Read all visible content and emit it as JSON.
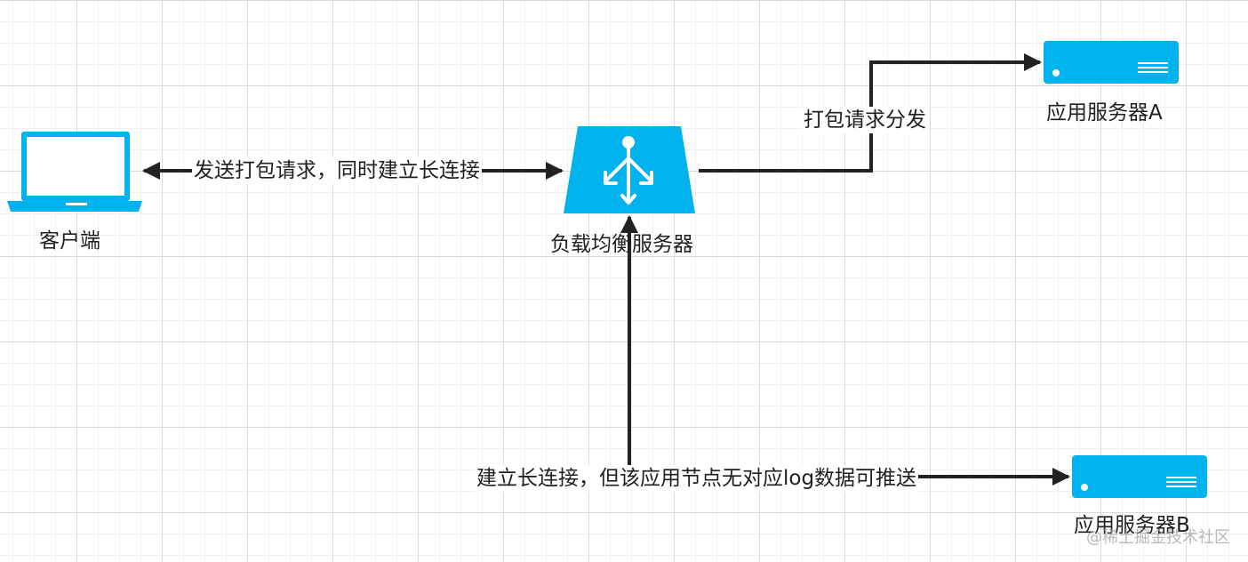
{
  "colors": {
    "accent": "#00b3ee",
    "line": "#222222"
  },
  "nodes": {
    "client": {
      "label": "客户端",
      "icon": "laptop-icon"
    },
    "load_balancer": {
      "label": "负载均衡服务器",
      "icon": "load-balancer-icon"
    },
    "server_a": {
      "label": "应用服务器A",
      "icon": "server-icon"
    },
    "server_b": {
      "label": "应用服务器B",
      "icon": "server-icon"
    }
  },
  "edges": {
    "client_lb": {
      "label": "发送打包请求，同时建立长连接"
    },
    "lb_server_a": {
      "label": "打包请求分发"
    },
    "lb_server_b": {
      "label": "建立长连接，但该应用节点无对应log数据可推送"
    }
  },
  "watermark": "@稀土掘金技术社区"
}
